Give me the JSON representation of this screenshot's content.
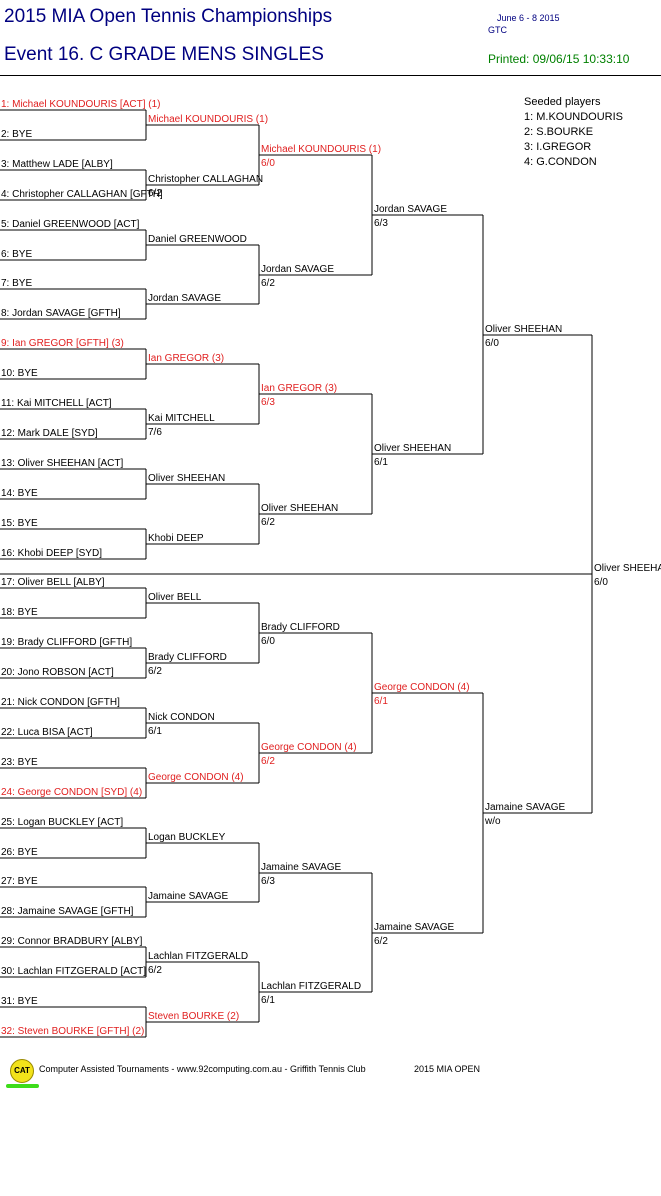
{
  "header": {
    "title": "2015 MIA Open Tennis Championships",
    "event": "Event 16. C GRADE MENS SINGLES",
    "dates": "June 6 - 8  2015",
    "venue": "GTC",
    "printed": "Printed: 09/06/15 10:33:10"
  },
  "seeds": {
    "title": "Seeded players",
    "list": [
      "1: M.KOUNDOURIS",
      "2: S.BOURKE",
      "3: I.GREGOR",
      "4: G.CONDON"
    ]
  },
  "colors": {
    "text": "#000000",
    "seed": "#e02020",
    "title": "#000080",
    "printed": "#008000"
  },
  "draw": [
    {
      "name": "1: Michael KOUNDOURIS [ACT] (1)",
      "seed": true
    },
    {
      "name": "2: BYE",
      "seed": false
    },
    {
      "name": "3: Matthew LADE [ALBY]",
      "seed": false
    },
    {
      "name": "4: Christopher CALLAGHAN [GFTH]",
      "seed": false
    },
    {
      "name": "5: Daniel GREENWOOD [ACT]",
      "seed": false
    },
    {
      "name": "6: BYE",
      "seed": false
    },
    {
      "name": "7: BYE",
      "seed": false
    },
    {
      "name": "8: Jordan SAVAGE [GFTH]",
      "seed": false
    },
    {
      "name": "9: Ian GREGOR [GFTH] (3)",
      "seed": true
    },
    {
      "name": "10: BYE",
      "seed": false
    },
    {
      "name": "11: Kai MITCHELL [ACT]",
      "seed": false
    },
    {
      "name": "12: Mark DALE [SYD]",
      "seed": false
    },
    {
      "name": "13: Oliver SHEEHAN [ACT]",
      "seed": false
    },
    {
      "name": "14: BYE",
      "seed": false
    },
    {
      "name": "15: BYE",
      "seed": false
    },
    {
      "name": "16: Khobi DEEP [SYD]",
      "seed": false
    },
    {
      "name": "17: Oliver BELL [ALBY]",
      "seed": false
    },
    {
      "name": "18: BYE",
      "seed": false
    },
    {
      "name": "19: Brady CLIFFORD [GFTH]",
      "seed": false
    },
    {
      "name": "20: Jono ROBSON [ACT]",
      "seed": false
    },
    {
      "name": "21: Nick CONDON [GFTH]",
      "seed": false
    },
    {
      "name": "22: Luca BISA [ACT]",
      "seed": false
    },
    {
      "name": "23: BYE",
      "seed": false
    },
    {
      "name": "24: George CONDON [SYD] (4)",
      "seed": true
    },
    {
      "name": "25: Logan BUCKLEY [ACT]",
      "seed": false
    },
    {
      "name": "26: BYE",
      "seed": false
    },
    {
      "name": "27: BYE",
      "seed": false
    },
    {
      "name": "28: Jamaine SAVAGE [GFTH]",
      "seed": false
    },
    {
      "name": "29: Connor BRADBURY [ALBY]",
      "seed": false
    },
    {
      "name": "30: Lachlan FITZGERALD [ACT]",
      "seed": false
    },
    {
      "name": "31: BYE",
      "seed": false
    },
    {
      "name": "32: Steven BOURKE [GFTH] (2)",
      "seed": true
    }
  ],
  "rounds": [
    [
      {
        "name": "Michael KOUNDOURIS (1)",
        "score": "",
        "seed": true
      },
      {
        "name": "Christopher CALLAGHAN",
        "score": "6/2",
        "seed": false
      },
      {
        "name": "Daniel GREENWOOD",
        "score": "",
        "seed": false
      },
      {
        "name": "Jordan SAVAGE",
        "score": "",
        "seed": false
      },
      {
        "name": "Ian GREGOR (3)",
        "score": "",
        "seed": true
      },
      {
        "name": "Kai MITCHELL",
        "score": "7/6",
        "seed": false
      },
      {
        "name": "Oliver SHEEHAN",
        "score": "",
        "seed": false
      },
      {
        "name": "Khobi DEEP",
        "score": "",
        "seed": false
      },
      {
        "name": "Oliver BELL",
        "score": "",
        "seed": false
      },
      {
        "name": "Brady CLIFFORD",
        "score": "6/2",
        "seed": false
      },
      {
        "name": "Nick CONDON",
        "score": "6/1",
        "seed": false
      },
      {
        "name": "George CONDON (4)",
        "score": "",
        "seed": true
      },
      {
        "name": "Logan BUCKLEY",
        "score": "",
        "seed": false
      },
      {
        "name": "Jamaine SAVAGE",
        "score": "",
        "seed": false
      },
      {
        "name": "Lachlan FITZGERALD",
        "score": "6/2",
        "seed": false
      },
      {
        "name": "Steven BOURKE (2)",
        "score": "",
        "seed": true
      }
    ],
    [
      {
        "name": "Michael KOUNDOURIS (1)",
        "score": "6/0",
        "seed": true
      },
      {
        "name": "Jordan SAVAGE",
        "score": "6/2",
        "seed": false
      },
      {
        "name": "Ian GREGOR (3)",
        "score": "6/3",
        "seed": true
      },
      {
        "name": "Oliver SHEEHAN",
        "score": "6/2",
        "seed": false
      },
      {
        "name": "Brady CLIFFORD",
        "score": "6/0",
        "seed": false
      },
      {
        "name": "George CONDON (4)",
        "score": "6/2",
        "seed": true
      },
      {
        "name": "Jamaine SAVAGE",
        "score": "6/3",
        "seed": false
      },
      {
        "name": "Lachlan FITZGERALD",
        "score": "6/1",
        "seed": false
      }
    ],
    [
      {
        "name": "Jordan SAVAGE",
        "score": "6/3",
        "seed": false
      },
      {
        "name": "Oliver SHEEHAN",
        "score": "6/1",
        "seed": false
      },
      {
        "name": "George CONDON (4)",
        "score": "6/1",
        "seed": true
      },
      {
        "name": "Jamaine SAVAGE",
        "score": "6/2",
        "seed": false
      }
    ],
    [
      {
        "name": "Oliver SHEEHAN",
        "score": "6/0",
        "seed": false
      },
      {
        "name": "Jamaine SAVAGE",
        "score": "w/o",
        "seed": false
      }
    ],
    [
      {
        "name": "Oliver SHEEHAN",
        "score": "6/0",
        "seed": false
      }
    ]
  ],
  "footer": {
    "logo_text": "CAT",
    "credit": "Computer Assisted Tournaments - www.92computing.com.au -  Griffith Tennis Club",
    "event": "2015 MIA OPEN"
  }
}
